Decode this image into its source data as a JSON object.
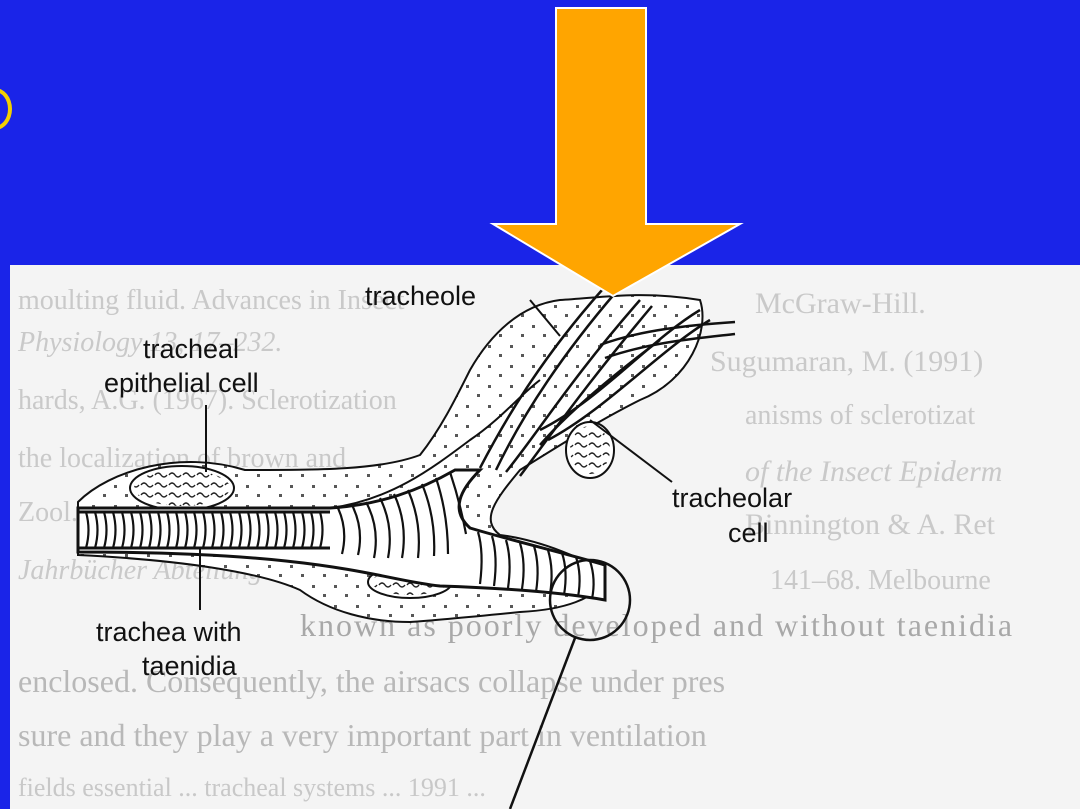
{
  "background_color": "#1a24e8",
  "arrow_color": "#ffa500",
  "diagram": {
    "labels": {
      "tracheole": "tracheole",
      "tracheal_line1": "tracheal",
      "tracheal_line2": "epithelial cell",
      "tracheolar_line1": "tracheolar",
      "tracheolar_line2": "cell",
      "trachea_line1": "trachea with",
      "trachea_line2": "taenidia"
    }
  },
  "background_text": {
    "left": [
      "moulting fluid. Advances in Insect",
      "Physiology 13, 17–232.",
      "hards, A.G. (1967). Sclerotization",
      "the localization of brown and",
      "Zool.",
      "Jahrbücher Abteilung"
    ],
    "right": [
      "McGraw-Hill.",
      "Sugumaran, M. (1991)",
      "anisms of sclerotizat",
      "of the Insect Epiderm",
      "Binnington & A. Ret",
      "141–68. Melbourne"
    ],
    "bottom": [
      "known as poorly developed and without taenidia",
      "enclosed. Consequently, the airsacs collapse under pres",
      "sure and they play a very important part in ventilation",
      "fields essential ... tracheal systems ... 1991 ..."
    ]
  }
}
